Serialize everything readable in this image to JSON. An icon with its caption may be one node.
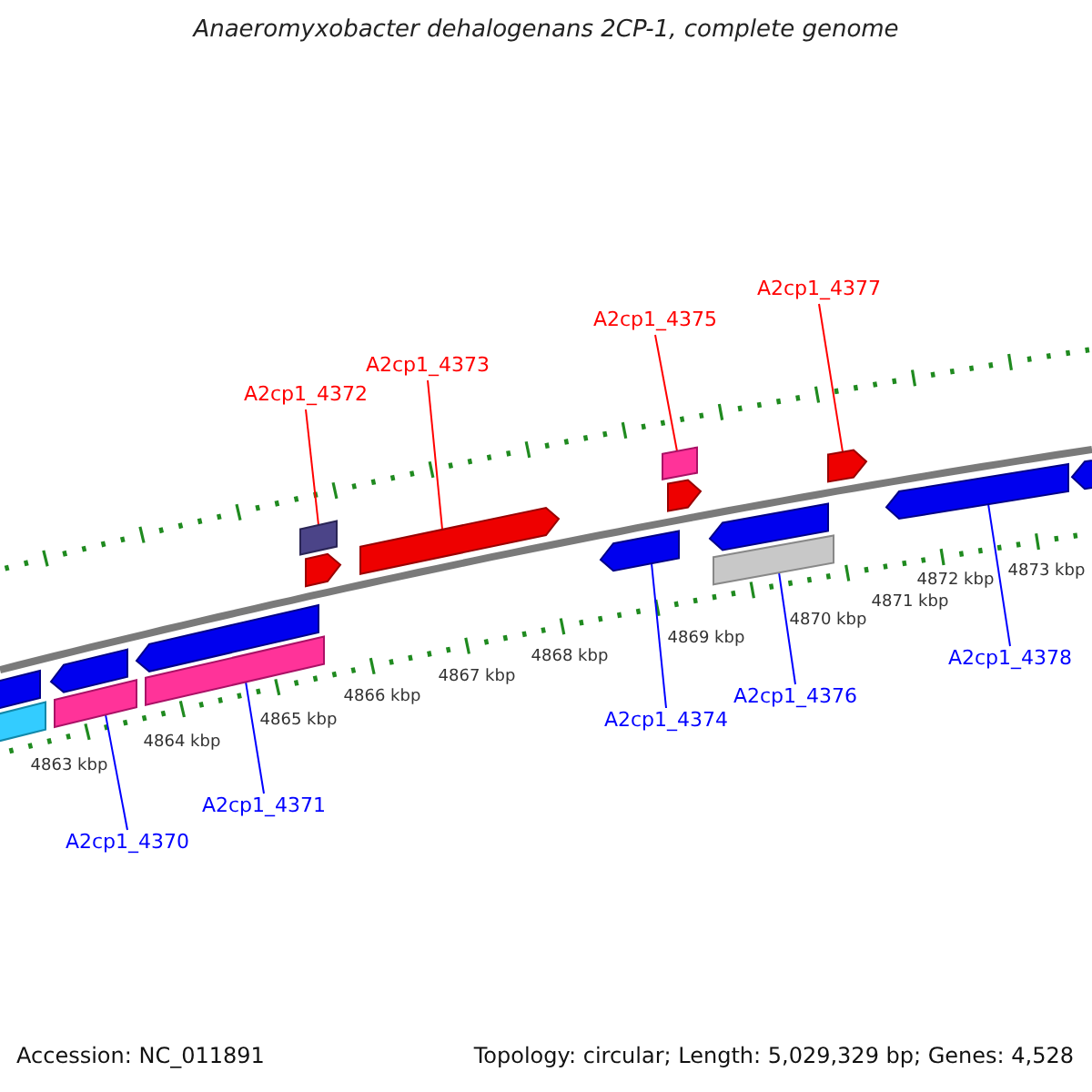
{
  "diagram": {
    "title": "Anaeromyxobacter dehalogenans 2CP-1, complete genome",
    "nodes": [
      {
        "text": [
          "A2cp1_4372"
        ]
      },
      {
        "text": [
          "A2cp1_4373"
        ]
      },
      {
        "text": [
          "A2cp1_4375"
        ]
      },
      {
        "text": [
          "A2cp1_4377"
        ]
      },
      {
        "text": [
          "A2cp1_4370"
        ]
      },
      {
        "text": [
          "A2cp1_4371"
        ]
      },
      {
        "text": [
          "A2cp1_4374"
        ]
      },
      {
        "text": [
          "A2cp1_4376"
        ]
      },
      {
        "text": [
          "A2cp1_4378"
        ]
      },
      {
        "text": [],
        "shape": "arrow"
      },
      {
        "text": [],
        "shape": "box"
      },
      {
        "text": [],
        "shape": "arrow"
      },
      {
        "text": [],
        "shape": "box"
      },
      {
        "text": [],
        "shape": "arrow"
      },
      {
        "text": [],
        "shape": "box"
      },
      {
        "text": [],
        "shape": "box"
      },
      {
        "text": [],
        "shape": "arrow"
      },
      {
        "text": [],
        "shape": "arrow"
      },
      {
        "text": [],
        "shape": "arrow"
      },
      {
        "text": [],
        "shape": "box"
      },
      {
        "text": [],
        "shape": "arrow"
      },
      {
        "text": [],
        "shape": "arrow"
      },
      {
        "text": [],
        "shape": "box"
      },
      {
        "text": [],
        "shape": "arrow"
      },
      {
        "text": [],
        "shape": "arrow"
      },
      {
        "text": [],
        "shape": "arrow"
      }
    ],
    "edges": [
      {
        "from": 0,
        "to": 15,
        "arrow": "none",
        "color": "#ff0000"
      },
      {
        "from": 1,
        "to": 17,
        "arrow": "none",
        "color": "#ff0000"
      },
      {
        "from": 2,
        "to": 19,
        "arrow": "none",
        "color": "#ff0000"
      },
      {
        "from": 3,
        "to": 23,
        "arrow": "none",
        "color": "#ff0000"
      },
      {
        "from": 4,
        "to": 12,
        "arrow": "none"
      },
      {
        "from": 5,
        "to": 14,
        "arrow": "none"
      },
      {
        "from": 6,
        "to": 18,
        "arrow": "none"
      },
      {
        "from": 7,
        "to": 22,
        "arrow": "none"
      },
      {
        "from": 8,
        "to": 24,
        "arrow": "none"
      }
    ],
    "labels": [
      "4863 kbp",
      "4864 kbp",
      "4865 kbp",
      "4866 kbp",
      "4867 kbp",
      "4868 kbp",
      "4869 kbp",
      "4870 kbp",
      "4871 kbp",
      "4872 kbp",
      "4873 kbp",
      "Accession: NC_011891",
      "Topology: circular; Length: 5,029,329 bp; Genes: 4,528"
    ]
  }
}
